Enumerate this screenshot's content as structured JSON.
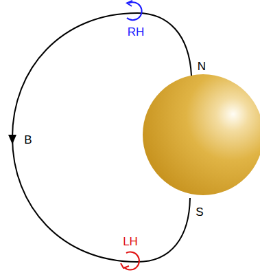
{
  "diagram": {
    "labels": [
      "RH",
      "N",
      "B",
      "S",
      "LH"
    ]
  }
}
